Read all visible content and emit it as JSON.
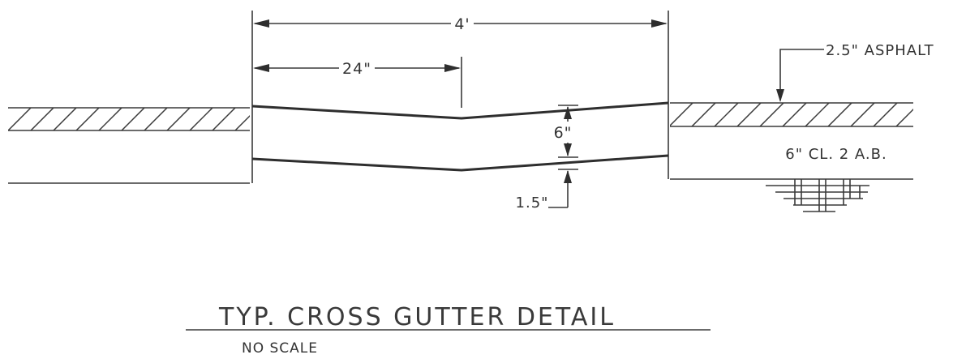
{
  "title": "TYP. CROSS GUTTER DETAIL",
  "subtitle": "NO SCALE",
  "dimensions": {
    "overall_width": "4'",
    "half_width": "24\"",
    "thickness": "6\"",
    "offset": "1.5\""
  },
  "labels": {
    "asphalt": "2.5\" ASPHALT",
    "base": "6\" CL. 2 A.B."
  }
}
